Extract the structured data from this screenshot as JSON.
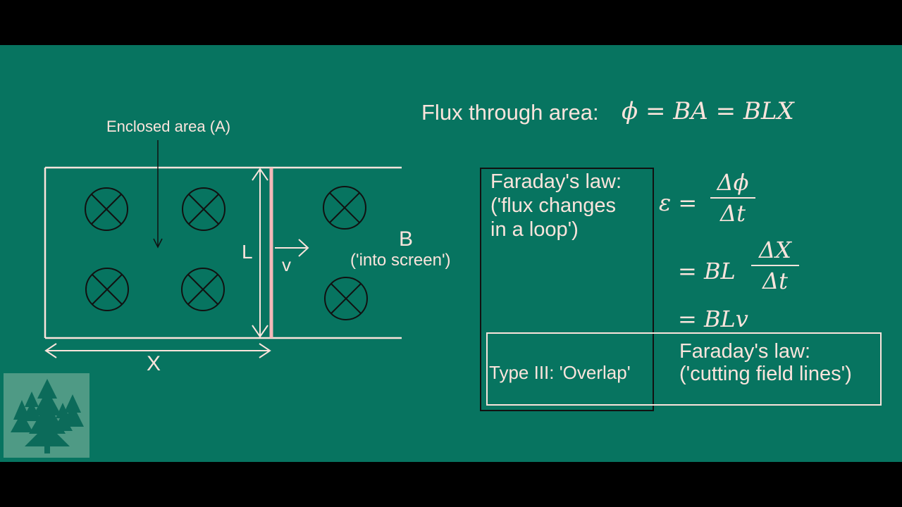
{
  "labels": {
    "enclosed_area": "Enclosed area (A)",
    "length": "L",
    "velocity": "v",
    "field": "B",
    "field_note": "('into screen')",
    "distance": "X"
  },
  "flux": {
    "text": "Flux through area:",
    "equation": "ϕ = BA = BLX"
  },
  "faraday_flux": {
    "title": "Faraday's law:",
    "line2": "('flux changes",
    "line3": "in a loop')"
  },
  "emf": {
    "lhs": "ε =",
    "frac1_num": "Δϕ",
    "frac1_den": "Δt",
    "line2_prefix": "= BL",
    "frac2_num": "ΔX",
    "frac2_den": "Δt",
    "line3": "= BLv"
  },
  "overlap": {
    "label": "Type III: 'Overlap'"
  },
  "faraday_cutting": {
    "title": "Faraday's law:",
    "line2": "('cutting field lines')"
  },
  "colors": {
    "background": "#077460",
    "letterbox": "#000000",
    "lines": "#fbe4dc",
    "rod": "#f4b8b8",
    "logo_bg": "#4f9a85",
    "logo_tree": "#0c6b5a"
  },
  "icons": {
    "field_symbol": "field-into-page-icon",
    "logo": "pine-trees-logo-icon"
  }
}
